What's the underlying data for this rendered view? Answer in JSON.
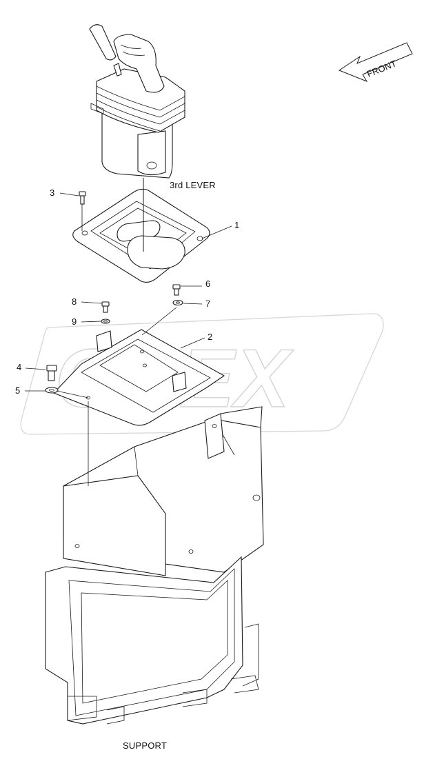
{
  "diagram": {
    "labels": {
      "front": "FRONT",
      "third_lever": "3rd LEVER",
      "support": "SUPPORT"
    },
    "watermark": "OREX",
    "callouts": [
      {
        "id": "c1",
        "text": "1"
      },
      {
        "id": "c2",
        "text": "2"
      },
      {
        "id": "c3",
        "text": "3"
      },
      {
        "id": "c4",
        "text": "4"
      },
      {
        "id": "c5",
        "text": "5"
      },
      {
        "id": "c6",
        "text": "6"
      },
      {
        "id": "c7",
        "text": "7"
      },
      {
        "id": "c8",
        "text": "8"
      },
      {
        "id": "c9",
        "text": "9"
      }
    ]
  }
}
